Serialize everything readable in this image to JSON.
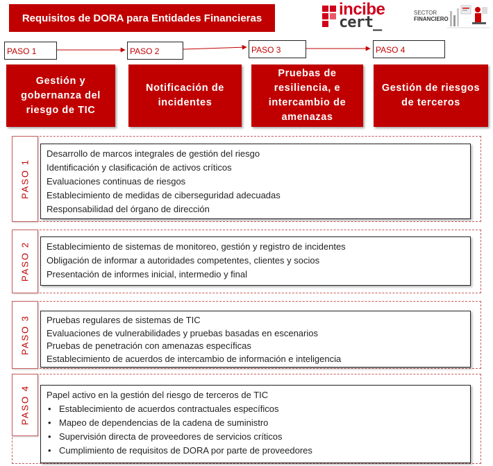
{
  "title": "Requisitos de DORA para Entidades Financieras",
  "logos": {
    "incibe_line1": "incibe",
    "incibe_line2": "cert_",
    "sector_line1": "SECTOR",
    "sector_line2": "FINANCIERO"
  },
  "paso_labels": [
    "PASO 1",
    "PASO 2",
    "PASO 3",
    "PASO 4"
  ],
  "steps": [
    "Gestión y gobernanza del riesgo de TIC",
    "Notificación de incidentes",
    "Pruebas de resiliencia, e intercambio de amenazas",
    "Gestión de riesgos de terceros"
  ],
  "sections": [
    {
      "label": "PASO 1",
      "items": [
        "Desarrollo de marcos integrales de gestión del riesgo",
        "Identificación y clasificación de activos críticos",
        "Evaluaciones continuas de riesgos",
        "Establecimiento de medidas de ciberseguridad adecuadas",
        "Responsabilidad del órgano de dirección"
      ]
    },
    {
      "label": "PASO 2",
      "items": [
        "Establecimiento de sistemas de monitoreo, gestión y registro de incidentes",
        "Obligación de informar a autoridades competentes, clientes y socios",
        "Presentación de informes inicial, intermedio y final"
      ]
    },
    {
      "label": "PASO 3",
      "items": [
        "Pruebas regulares de sistemas de TIC",
        "Evaluaciones de vulnerabilidades y pruebas basadas en escenarios",
        "Pruebas de penetración con amenazas específicas",
        "Establecimiento de acuerdos de intercambio de información e inteligencia"
      ]
    },
    {
      "label": "PASO 4",
      "intro": "Papel activo en la gestión del riesgo de terceros de TIC",
      "bullets": [
        "Establecimiento de acuerdos contractuales específicos",
        "Mapeo de dependencias de la cadena de suministro",
        "Supervisión directa de proveedores de servicios críticos",
        "Cumplimiento de requisitos de DORA por parte de proveedores"
      ]
    }
  ],
  "colors": {
    "brand_red": "#c00000",
    "text": "#222222"
  }
}
